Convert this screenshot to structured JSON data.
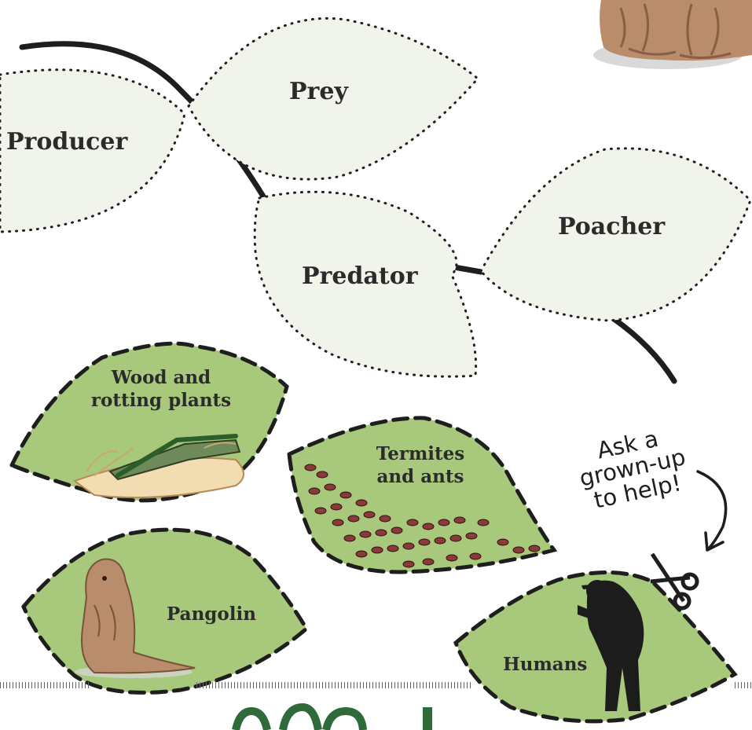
{
  "template_leaves": [
    {
      "id": "producer",
      "label": "Producer"
    },
    {
      "id": "prey",
      "label": "Prey"
    },
    {
      "id": "predator",
      "label": "Predator"
    },
    {
      "id": "poacher",
      "label": "Poacher"
    }
  ],
  "cutout_leaves": [
    {
      "id": "wood",
      "label": "Wood and rotting plants",
      "line1": "Wood and",
      "line2": "rotting plants"
    },
    {
      "id": "termites",
      "label": "Termites and ants",
      "line1": "Termites",
      "line2": "and ants"
    },
    {
      "id": "pangolin",
      "label": "Pangolin"
    },
    {
      "id": "humans",
      "label": "Humans"
    }
  ],
  "note": {
    "line1": "Ask a",
    "line2": "grown-up",
    "line3": "to help!"
  },
  "colors": {
    "leaf_fill": "#f1f4ea",
    "cutout_fill": "#a8c97c",
    "stem": "#1e1e1e",
    "dashed_border": "#1e1e1e",
    "silhouette": "#1c1c1c",
    "pangolin": "#b98c6c"
  },
  "icons": [
    "scissors-icon",
    "curved-arrow-icon",
    "pangolin-illustration",
    "termite-ant-illustration",
    "wood-illustration",
    "human-silhouette-illustration"
  ]
}
